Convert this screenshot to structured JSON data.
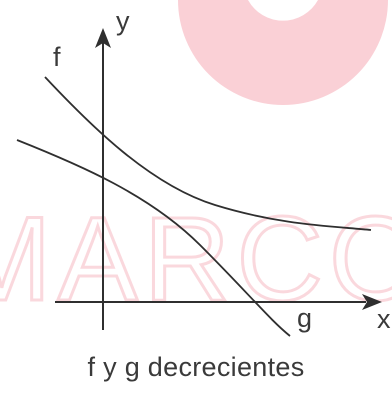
{
  "labels": {
    "y_axis": "y",
    "x_axis": "x",
    "curve_f": "f",
    "curve_g": "g",
    "caption": "f y g decrecientes"
  },
  "watermark": {
    "text": "MARCO",
    "color": "#f6a9b4"
  },
  "colors": {
    "ink": "#2f2f2f",
    "background": "#ffffff"
  }
}
